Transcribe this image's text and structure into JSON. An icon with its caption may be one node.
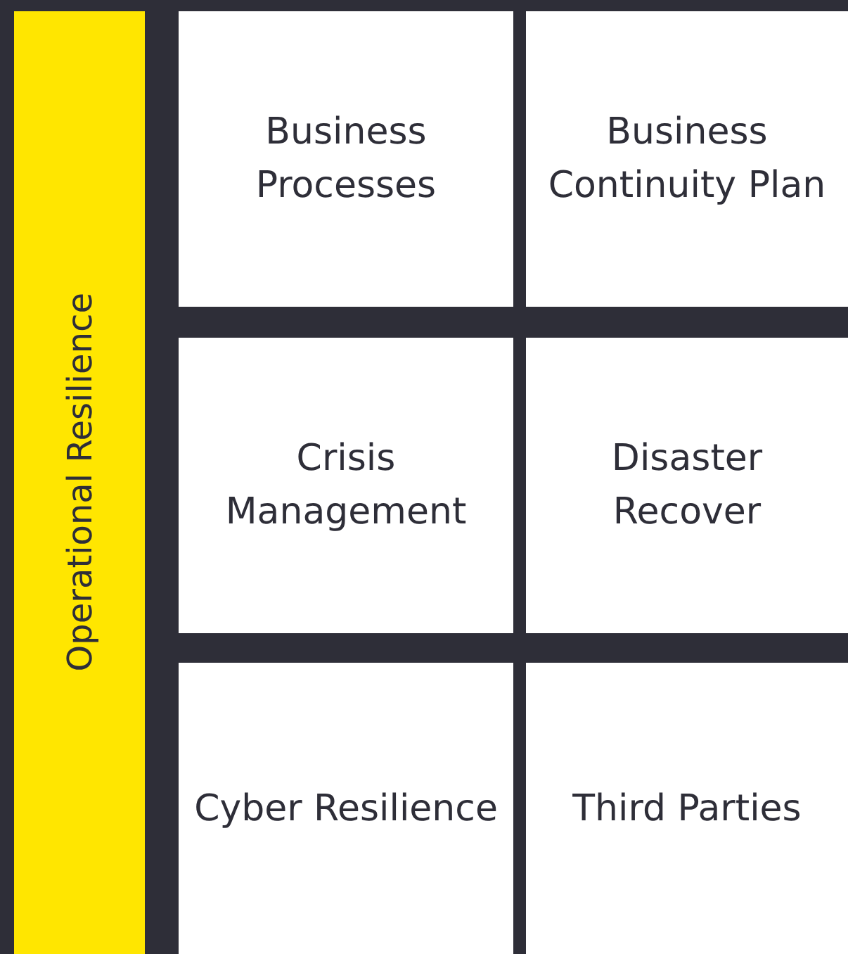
{
  "diagram": {
    "nodes": [
      {
        "text": [
          "Operational Resilience"
        ]
      },
      {
        "text": [
          "Business Processes"
        ]
      },
      {
        "text": [
          "Business Continuity Plan"
        ]
      },
      {
        "text": [
          "Crisis Management"
        ]
      },
      {
        "text": [
          "Disaster Recover"
        ]
      },
      {
        "text": [
          "Cyber Resilience"
        ]
      },
      {
        "text": [
          "Third Parties"
        ]
      }
    ]
  }
}
